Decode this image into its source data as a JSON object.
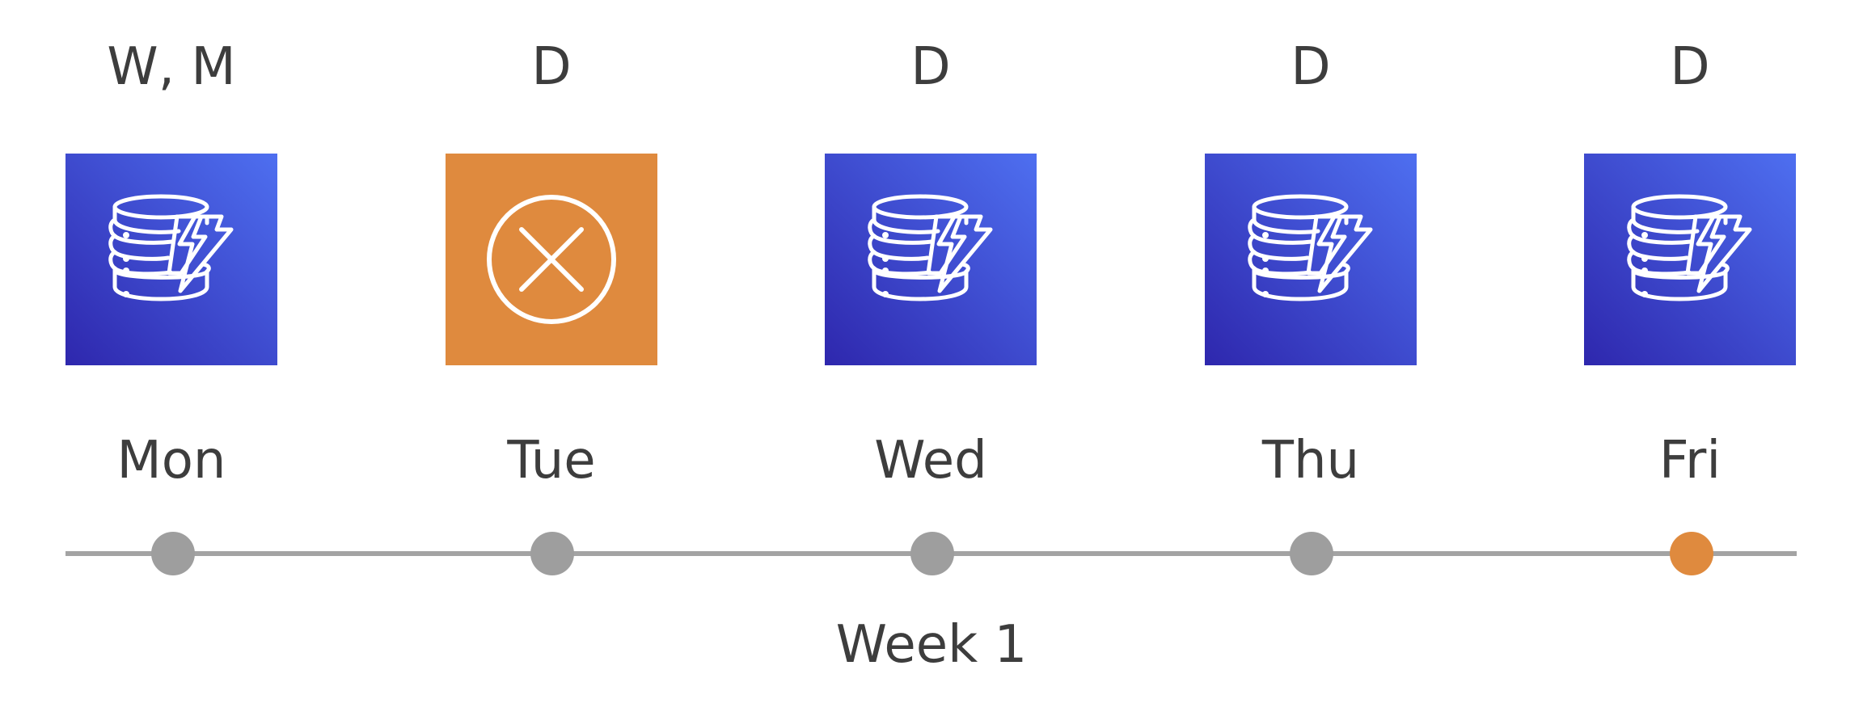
{
  "colors": {
    "ok_gradient_start": "#2e27ad",
    "ok_gradient_end": "#4e6ff0",
    "fail": "#df8a3e",
    "dot": "#9e9e9e",
    "dot_current": "#df8a3e",
    "timeline": "#a3a3a3",
    "text": "#3d3d3d"
  },
  "days": [
    {
      "backup_tag": "W, M",
      "day": "Mon",
      "status": "ok",
      "icon": "dynamodb-icon",
      "marker": "normal"
    },
    {
      "backup_tag": "D",
      "day": "Tue",
      "status": "failed",
      "icon": "cross-circle-icon",
      "marker": "normal"
    },
    {
      "backup_tag": "D",
      "day": "Wed",
      "status": "ok",
      "icon": "dynamodb-icon",
      "marker": "normal"
    },
    {
      "backup_tag": "D",
      "day": "Thu",
      "status": "ok",
      "icon": "dynamodb-icon",
      "marker": "normal"
    },
    {
      "backup_tag": "D",
      "day": "Fri",
      "status": "ok",
      "icon": "dynamodb-icon",
      "marker": "current"
    }
  ],
  "timeline": {
    "label": "Week 1"
  }
}
